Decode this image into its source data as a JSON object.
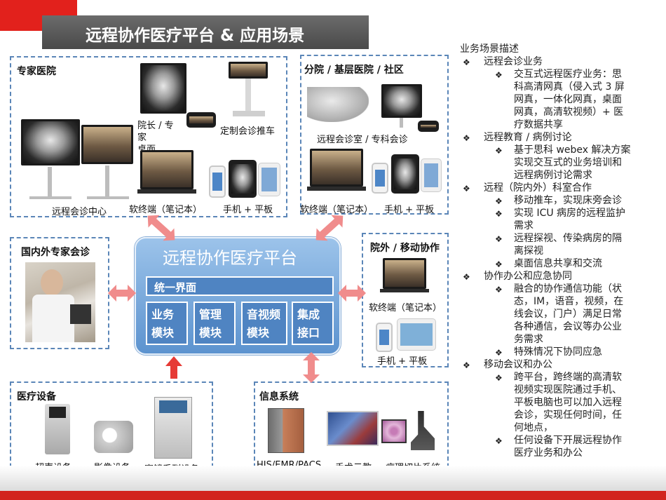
{
  "title": "远程协作医疗平台 & 应用场景",
  "expert_hospital": {
    "title": "专家医院",
    "captions": {
      "center": "远程会诊中心",
      "dean_line1": "院长 / 专",
      "dean_line2": "家",
      "dean_line3": "桌面",
      "cart": "定制会诊推车",
      "laptop": "软终端（笔记本）",
      "mobile": "手机 + 平板"
    }
  },
  "branch_hospital": {
    "title": "分院 / 基层医院 / 社区",
    "captions": {
      "room": "远程会诊室 / 专科会诊",
      "laptop": "软终端（笔记本）",
      "mobile": "手机 + 平板"
    }
  },
  "intl_experts": {
    "title": "国内外专家会诊"
  },
  "mobile_collab": {
    "title": "院外 / 移动协作",
    "captions": {
      "laptop": "软终端（笔记本）",
      "mobile": "手机 + 平板"
    }
  },
  "platform": {
    "title": "远程协作医疗平台",
    "unified": "统一界面",
    "modules": [
      {
        "line1": "业务",
        "line2": "模块"
      },
      {
        "line1": "管理",
        "line2": "模块"
      },
      {
        "line1": "音视频",
        "line2": "模块"
      },
      {
        "line1": "集成",
        "line2": "接口"
      }
    ]
  },
  "medical_devices": {
    "title": "医疗设备",
    "captions": {
      "ultrasound": "超声设备",
      "imaging": "影像设备",
      "endoscope": "窥镜系列设备"
    }
  },
  "info_system": {
    "title": "信息系统",
    "captions": {
      "his": "HIS/EMR/PACS",
      "surgery": "手术示教",
      "pathology": "病理切片系统"
    }
  },
  "scenarios": {
    "heading": "业务场景描述",
    "bullet_l1": "❖",
    "bullet_l2": "❖",
    "lines": [
      {
        "level": 1,
        "text": "远程会诊业务"
      },
      {
        "level": 2,
        "text": "交互式远程医疗业务：思",
        "bullet": true
      },
      {
        "level": 2,
        "text": "科高清网真（侵入式 3 屏"
      },
      {
        "level": 2,
        "text": "网真，一体化网真，桌面"
      },
      {
        "level": 2,
        "text": "网真，高清软视频）+ 医"
      },
      {
        "level": 2,
        "text": "疗数据共享"
      },
      {
        "level": 1,
        "text": "远程教育 / 病例讨论"
      },
      {
        "level": 2,
        "text": "基于思科 webex 解决方案",
        "bullet": true
      },
      {
        "level": 2,
        "text": "实现交互式的业务培训和"
      },
      {
        "level": 2,
        "text": "远程病例讨论需求"
      },
      {
        "level": 1,
        "text": "远程（院内外）科室合作"
      },
      {
        "level": 2,
        "text": "移动推车，实现床旁会诊",
        "bullet": true
      },
      {
        "level": 2,
        "text": "实现 ICU 病房的远程监护",
        "bullet": true
      },
      {
        "level": 2,
        "text": "需求"
      },
      {
        "level": 2,
        "text": "远程探视、传染病房的隔",
        "bullet": true
      },
      {
        "level": 2,
        "text": "离探视"
      },
      {
        "level": 2,
        "text": "桌面信息共享和交流",
        "bullet": true
      },
      {
        "level": 1,
        "text": "协作办公和应急协同"
      },
      {
        "level": 2,
        "text": "融合的协作通信功能（状",
        "bullet": true
      },
      {
        "level": 2,
        "text": "态，IM，语音，视频，在"
      },
      {
        "level": 2,
        "text": "线会议，门户）满足日常"
      },
      {
        "level": 2,
        "text": "各种通信，会议等办公业"
      },
      {
        "level": 2,
        "text": "务需求"
      },
      {
        "level": 2,
        "text": "特殊情况下协同应急",
        "bullet": true
      },
      {
        "level": 1,
        "text": "移动会议和办公"
      },
      {
        "level": 2,
        "text": "跨平台，跨终端的高清软",
        "bullet": true
      },
      {
        "level": 2,
        "text": "视频实现医院通过手机、"
      },
      {
        "level": 2,
        "text": "平板电脑也可以加入远程"
      },
      {
        "level": 2,
        "text": "会诊，实现任何时间，任"
      },
      {
        "level": 2,
        "text": "何地点，"
      },
      {
        "level": 2,
        "text": "任何设备下开展远程协作",
        "bullet": true
      },
      {
        "level": 2,
        "text": "医疗业务和办公"
      }
    ]
  },
  "colors": {
    "accent_red": "#e2211c",
    "title_gray": "#555555",
    "box_border": "#5b86b8",
    "platform_blue": "#5c93cf",
    "arrow_pink": "#f08080"
  }
}
